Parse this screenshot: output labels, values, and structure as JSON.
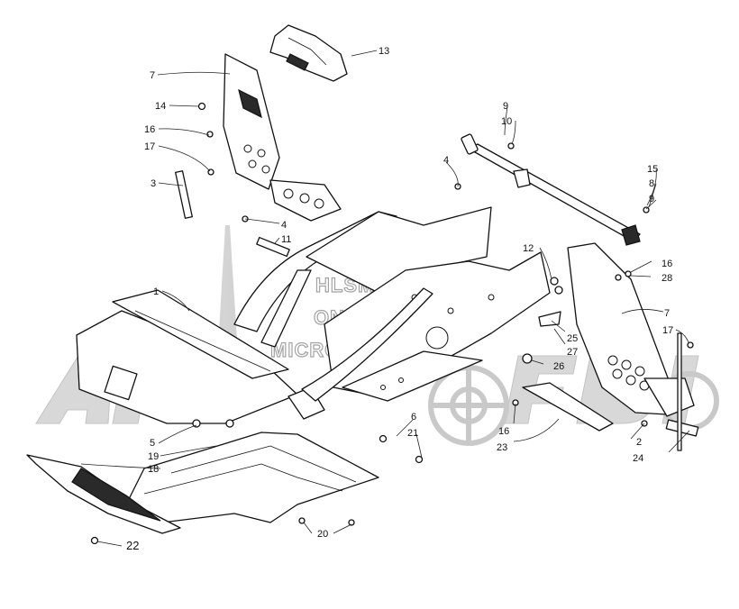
{
  "diagram": {
    "callouts": [
      {
        "id": "c13",
        "text": "13"
      },
      {
        "id": "c7a",
        "text": "7"
      },
      {
        "id": "c14",
        "text": "14"
      },
      {
        "id": "c16a",
        "text": "16"
      },
      {
        "id": "c17a",
        "text": "17"
      },
      {
        "id": "c3",
        "text": "3"
      },
      {
        "id": "c4a",
        "text": "4"
      },
      {
        "id": "c11",
        "text": "11"
      },
      {
        "id": "c1",
        "text": "1"
      },
      {
        "id": "c5",
        "text": "5"
      },
      {
        "id": "c19",
        "text": "19"
      },
      {
        "id": "c18",
        "text": "18"
      },
      {
        "id": "c22",
        "text": "22"
      },
      {
        "id": "c20",
        "text": "20"
      },
      {
        "id": "c6",
        "text": "6"
      },
      {
        "id": "c21",
        "text": "21"
      },
      {
        "id": "c4b",
        "text": "4"
      },
      {
        "id": "c9a",
        "text": "9"
      },
      {
        "id": "c10",
        "text": "10"
      },
      {
        "id": "c15",
        "text": "15"
      },
      {
        "id": "c8",
        "text": "8"
      },
      {
        "id": "c9b",
        "text": "9"
      },
      {
        "id": "c12",
        "text": "12"
      },
      {
        "id": "c16b",
        "text": "16"
      },
      {
        "id": "c28",
        "text": "28"
      },
      {
        "id": "c7b",
        "text": "7"
      },
      {
        "id": "c17b",
        "text": "17"
      },
      {
        "id": "c25",
        "text": "25"
      },
      {
        "id": "c27",
        "text": "27"
      },
      {
        "id": "c26",
        "text": "26"
      },
      {
        "id": "c16c",
        "text": "16"
      },
      {
        "id": "c23",
        "text": "23"
      },
      {
        "id": "c2",
        "text": "2"
      },
      {
        "id": "c24",
        "text": "24"
      }
    ]
  },
  "watermark": {
    "lines": [
      "HLSM'S",
      "ONLINE",
      "MICROFICHE"
    ],
    "logo_color": "#c8c8c8"
  }
}
